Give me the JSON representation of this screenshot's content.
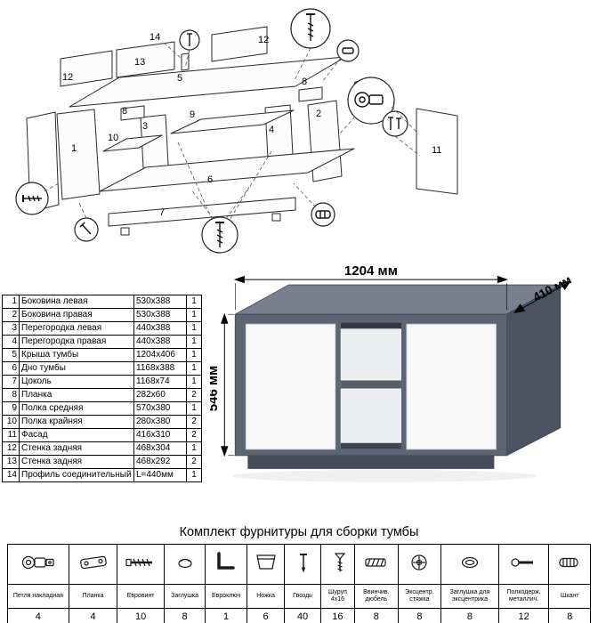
{
  "diagram": {
    "labels": [
      "14",
      "13",
      "12",
      "5",
      "12",
      "8",
      "9",
      "3",
      "8",
      "2",
      "10",
      "1",
      "4",
      "6",
      "7",
      "11"
    ]
  },
  "parts": {
    "rows": [
      {
        "num": "1",
        "name": "Боковина левая",
        "size": "530x388",
        "qty": "1"
      },
      {
        "num": "2",
        "name": "Боковина правая",
        "size": "530x388",
        "qty": "1"
      },
      {
        "num": "3",
        "name": "Перегородка левая",
        "size": "440x388",
        "qty": "1"
      },
      {
        "num": "4",
        "name": "Перегородка правая",
        "size": "440x388",
        "qty": "1"
      },
      {
        "num": "5",
        "name": "Крыша тумбы",
        "size": "1204x406",
        "qty": "1"
      },
      {
        "num": "6",
        "name": "Дно тумбы",
        "size": "1168x388",
        "qty": "1"
      },
      {
        "num": "7",
        "name": "Цоколь",
        "size": "1168x74",
        "qty": "1"
      },
      {
        "num": "8",
        "name": "Планка",
        "size": "282x60",
        "qty": "2"
      },
      {
        "num": "9",
        "name": "Полка средняя",
        "size": "570x380",
        "qty": "1"
      },
      {
        "num": "10",
        "name": "Полка крайняя",
        "size": "280x380",
        "qty": "2"
      },
      {
        "num": "11",
        "name": "Фасад",
        "size": "416x310",
        "qty": "2"
      },
      {
        "num": "12",
        "name": "Стенка задняя",
        "size": "468x304",
        "qty": "1"
      },
      {
        "num": "13",
        "name": "Стенка задняя",
        "size": "468x292",
        "qty": "2"
      },
      {
        "num": "14",
        "name": "Профиль соединительный",
        "size": "L=440мм",
        "qty": "1"
      }
    ]
  },
  "product": {
    "width": "1204 мм",
    "depth": "410 мм",
    "height": "546 мм"
  },
  "hardware": {
    "title": "Комплект фурнитуры для сборки тумбы",
    "items": [
      {
        "name": "Петля накладная",
        "qty": "4"
      },
      {
        "name": "Планка",
        "qty": "4"
      },
      {
        "name": "Евровинт",
        "qty": "10"
      },
      {
        "name": "Заглушка",
        "qty": "8"
      },
      {
        "name": "Евроключ",
        "qty": "1"
      },
      {
        "name": "Ножка",
        "qty": "6"
      },
      {
        "name": "Гвоздь",
        "qty": "40"
      },
      {
        "name": "Шуруп 4x16",
        "qty": "16"
      },
      {
        "name": "Ввинчив. дюбель",
        "qty": "8"
      },
      {
        "name": "Эксцентр. стяжка",
        "qty": "8"
      },
      {
        "name": "Заглушка для эксцентрика",
        "qty": "8"
      },
      {
        "name": "Полкодерж. металлич.",
        "qty": "12"
      },
      {
        "name": "Шкант",
        "qty": "8"
      }
    ]
  }
}
